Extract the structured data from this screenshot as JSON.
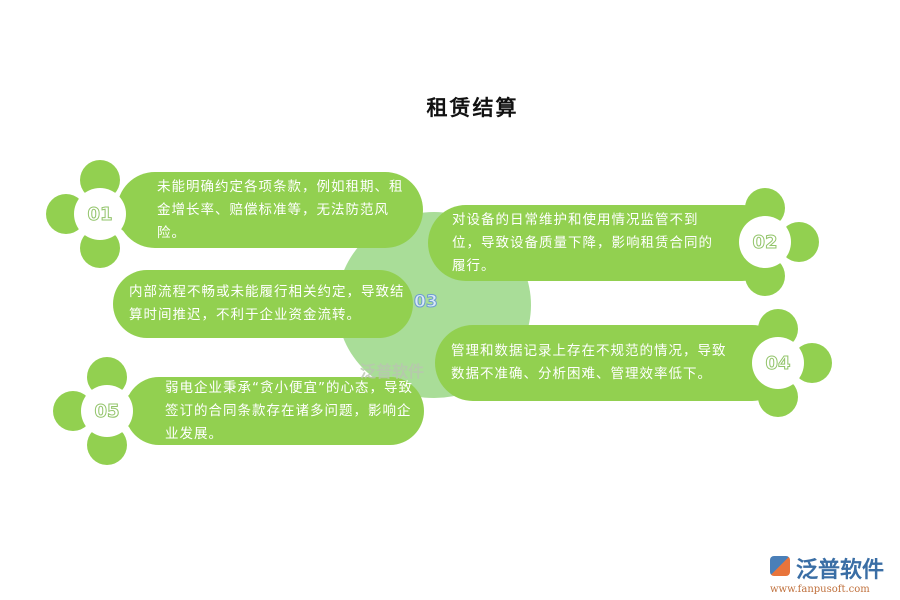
{
  "title": "租赁结算",
  "items": [
    {
      "num": "01",
      "text": "未能明确约定各项条款，例如租期、租金增长率、赔偿标准等，无法防范风险。"
    },
    {
      "num": "02",
      "text": "对设备的日常维护和使用情况监管不到位，导致设备质量下降，影响租赁合同的履行。"
    },
    {
      "num": "03",
      "text": "内部流程不畅或未能履行相关约定，导致结算时间推迟，不利于企业资金流转。"
    },
    {
      "num": "04",
      "text": "管理和数据记录上存在不规范的情况，导致数据不准确、分析困难、管理效率低下。"
    },
    {
      "num": "05",
      "text": "弱电企业秉承“贪小便宜”的心态，导致签订的合同条款存在诸多问题，影响企业发展。"
    }
  ],
  "watermark": "泛普软件",
  "logo": {
    "name": "泛普软件",
    "url": "www.fanpusoft.com"
  },
  "colors": {
    "green": "#92d050",
    "light_green": "#a9dd98"
  }
}
